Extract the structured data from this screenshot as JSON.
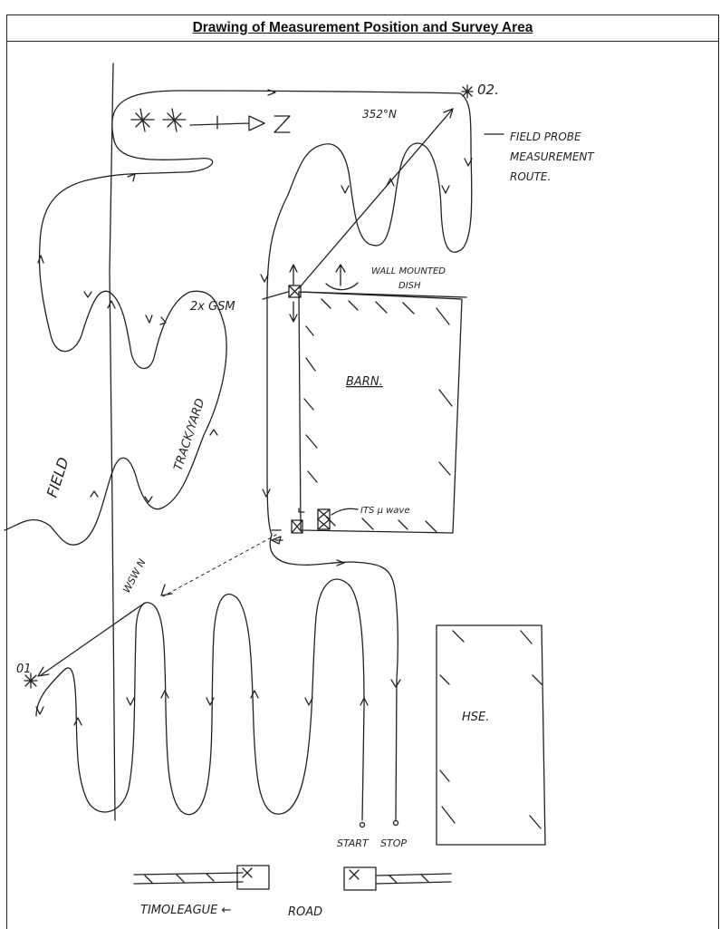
{
  "title": "Drawing of Measurement Position and Survey Area",
  "labels": {
    "point_02": "02.",
    "point_01": "01",
    "direction_352": "352°N",
    "field_probe_line1": "FIELD PROBE",
    "field_probe_line2": "MEASUREMENT",
    "field_probe_line3": "ROUTE.",
    "wall_mounted_line1": "WALL MOUNTED",
    "wall_mounted_line2": "DISH",
    "gsm": "2x GSM",
    "barn": "BARN.",
    "track_yard": "TRACK/YARD",
    "field": "FIELD",
    "its_mwave": "ITS µ wave",
    "direction_wsw": "WSW N",
    "hse": "HSE.",
    "start": "START",
    "stop": "STOP",
    "timoleague": "TIMOLEAGUE ←",
    "road": "ROAD"
  },
  "colors": {
    "ink": "#222222",
    "frame": "#222222"
  }
}
